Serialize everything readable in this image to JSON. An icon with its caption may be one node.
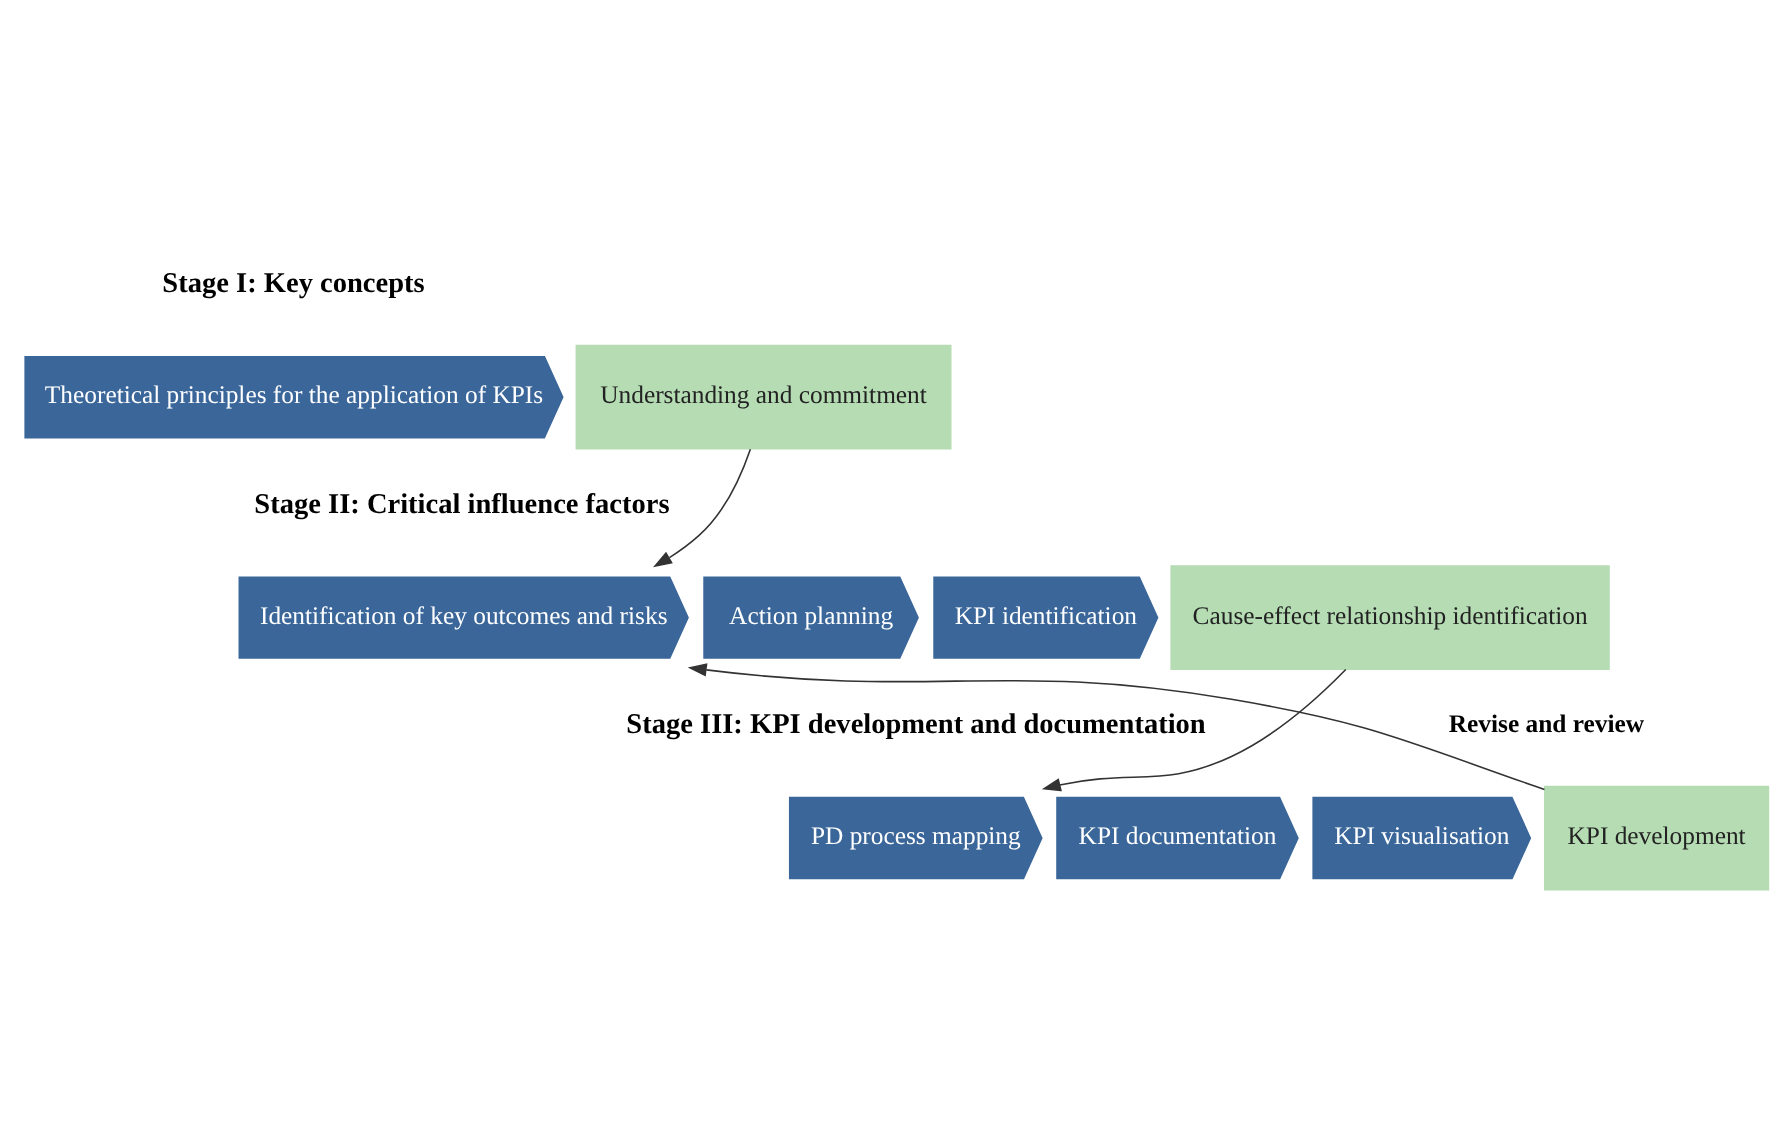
{
  "diagram": {
    "nodes": [
      {
        "text": [
          "Theoretical principles for the application of KPIs"
        ]
      },
      {
        "text": [
          "Understanding and commitment"
        ]
      },
      {
        "text": [
          "Identification of key outcomes and risks"
        ]
      },
      {
        "text": [
          "Action planning"
        ]
      },
      {
        "text": [
          "KPI identification"
        ]
      },
      {
        "text": [
          "Cause-effect relationship identification"
        ]
      },
      {
        "text": [
          "PD process mapping"
        ]
      },
      {
        "text": [
          "KPI documentation"
        ]
      },
      {
        "text": [
          "KPI visualisation"
        ]
      },
      {
        "text": [
          "KPI development"
        ]
      }
    ],
    "edges": [
      {
        "from": 1,
        "to": 2,
        "arrow": "to"
      },
      {
        "from": 5,
        "to": 6,
        "arrow": "to"
      },
      {
        "from": 9,
        "to": 2,
        "arrow": "to",
        "label": "Revise and review"
      }
    ],
    "labels": [
      "Stage I: Key concepts",
      "Stage II: Critical influence factors",
      "Stage III: KPI development and documentation"
    ]
  }
}
